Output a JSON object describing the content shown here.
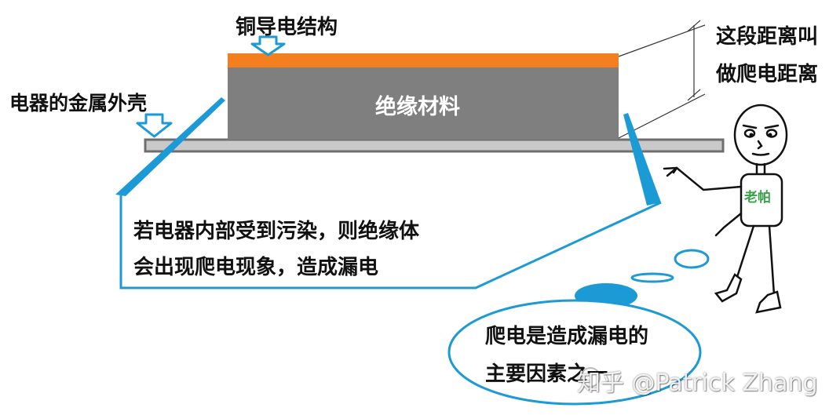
{
  "labels": {
    "copper": "铜导电结构",
    "housing": "电器的金属外壳",
    "creepage_line1": "这段距离叫",
    "creepage_line2": "做爬电距离",
    "insulation": "绝缘材料",
    "callout_line1": "若电器内部受到污染，则绝缘体",
    "callout_line2": "会出现爬电现象，造成漏电",
    "ellipse_line1": "爬电是造成漏电的",
    "ellipse_line2": "主要因素之一",
    "character_badge": "老帕",
    "watermark": "知乎 @Patrick Zhang"
  },
  "colors": {
    "copper": "#f47f20",
    "insulation": "#7f7f7f",
    "housing_fill": "#c9c9c9",
    "housing_stroke": "#6e6e6e",
    "callout": "#1b9ad6",
    "arrow_fill": "#ffffff",
    "arrow_stroke": "#1b9ad6"
  },
  "icons": [
    "down-arrow-icon",
    "down-arrow-icon",
    "stick-figure-icon",
    "thought-bubble-icon"
  ]
}
